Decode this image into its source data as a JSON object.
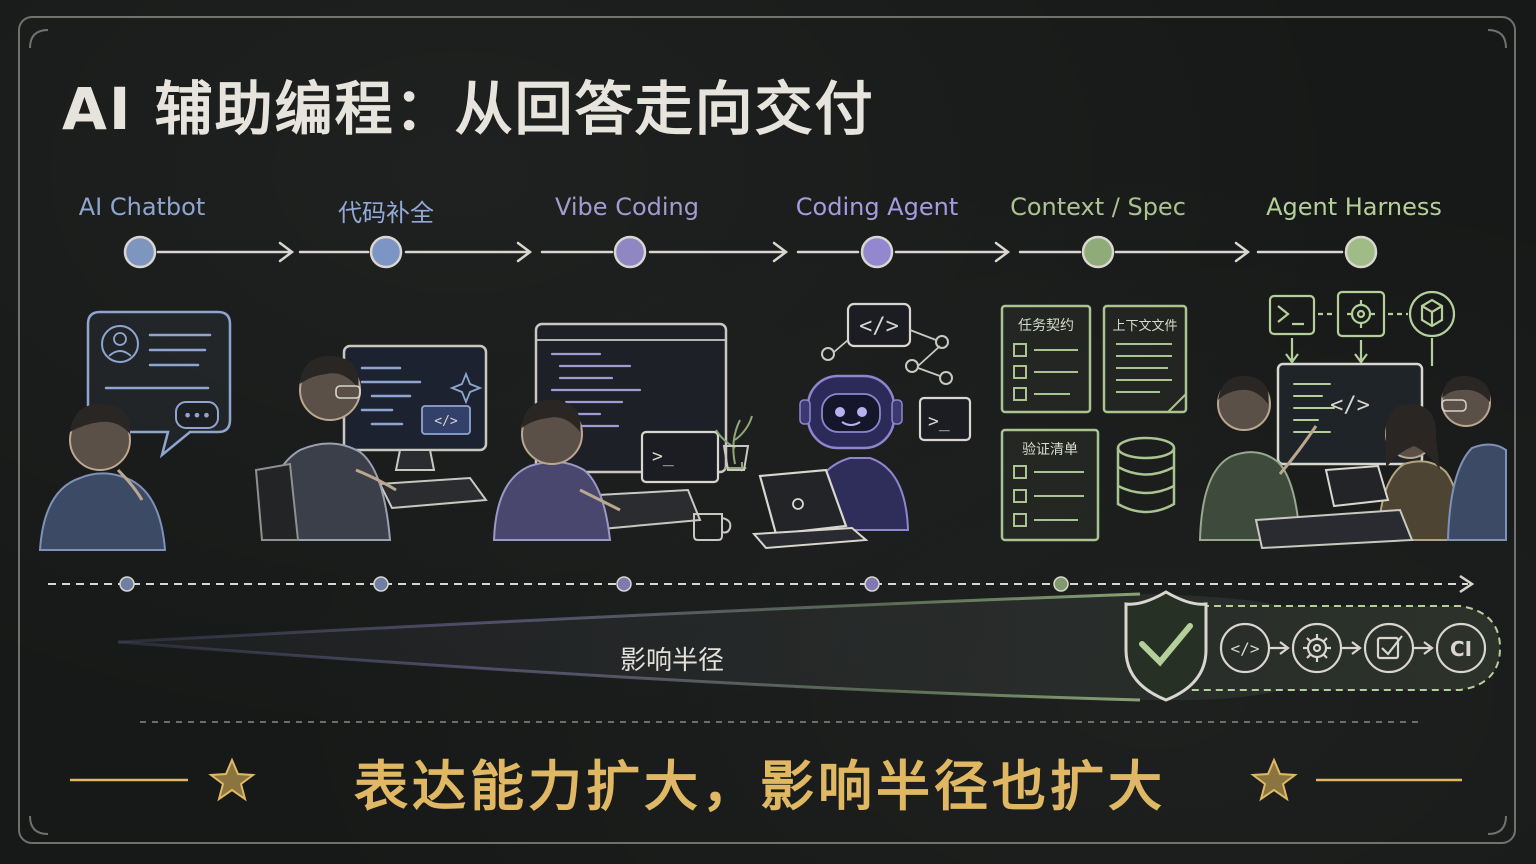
{
  "title": "AI 辅助编程：从回答走向交付",
  "stages": [
    {
      "label": "AI Chatbot",
      "color": "#8ea6cf"
    },
    {
      "label": "代码补全",
      "color": "#93a9d6"
    },
    {
      "label": "Vibe Coding",
      "color": "#a29bd2"
    },
    {
      "label": "Coding Agent",
      "color": "#a49be0"
    },
    {
      "label": "Context / Spec",
      "color": "#a9c490"
    },
    {
      "label": "Agent Harness",
      "color": "#b5cf9a"
    }
  ],
  "illustrations": {
    "chat_bubble_text": "•••",
    "code_tag": "</>",
    "terminal_prompt": ">_",
    "docs": [
      {
        "title": "任务契约"
      },
      {
        "title": "上下文文件"
      },
      {
        "title": "验证清单"
      }
    ],
    "harness_icons": [
      "terminal-icon",
      "gear-icon",
      "package-icon"
    ]
  },
  "radius_label": "影响半径",
  "pipeline": {
    "steps": [
      "</>",
      "gear-icon",
      "checkbox-icon",
      "CI"
    ]
  },
  "slogan": "表达能力扩大，影响半径也扩大",
  "colors": {
    "chalk": "#e6e4dc",
    "blue": "#8ea6cf",
    "purple": "#a29bd2",
    "green": "#a9c490",
    "gold": "#e0b864"
  }
}
